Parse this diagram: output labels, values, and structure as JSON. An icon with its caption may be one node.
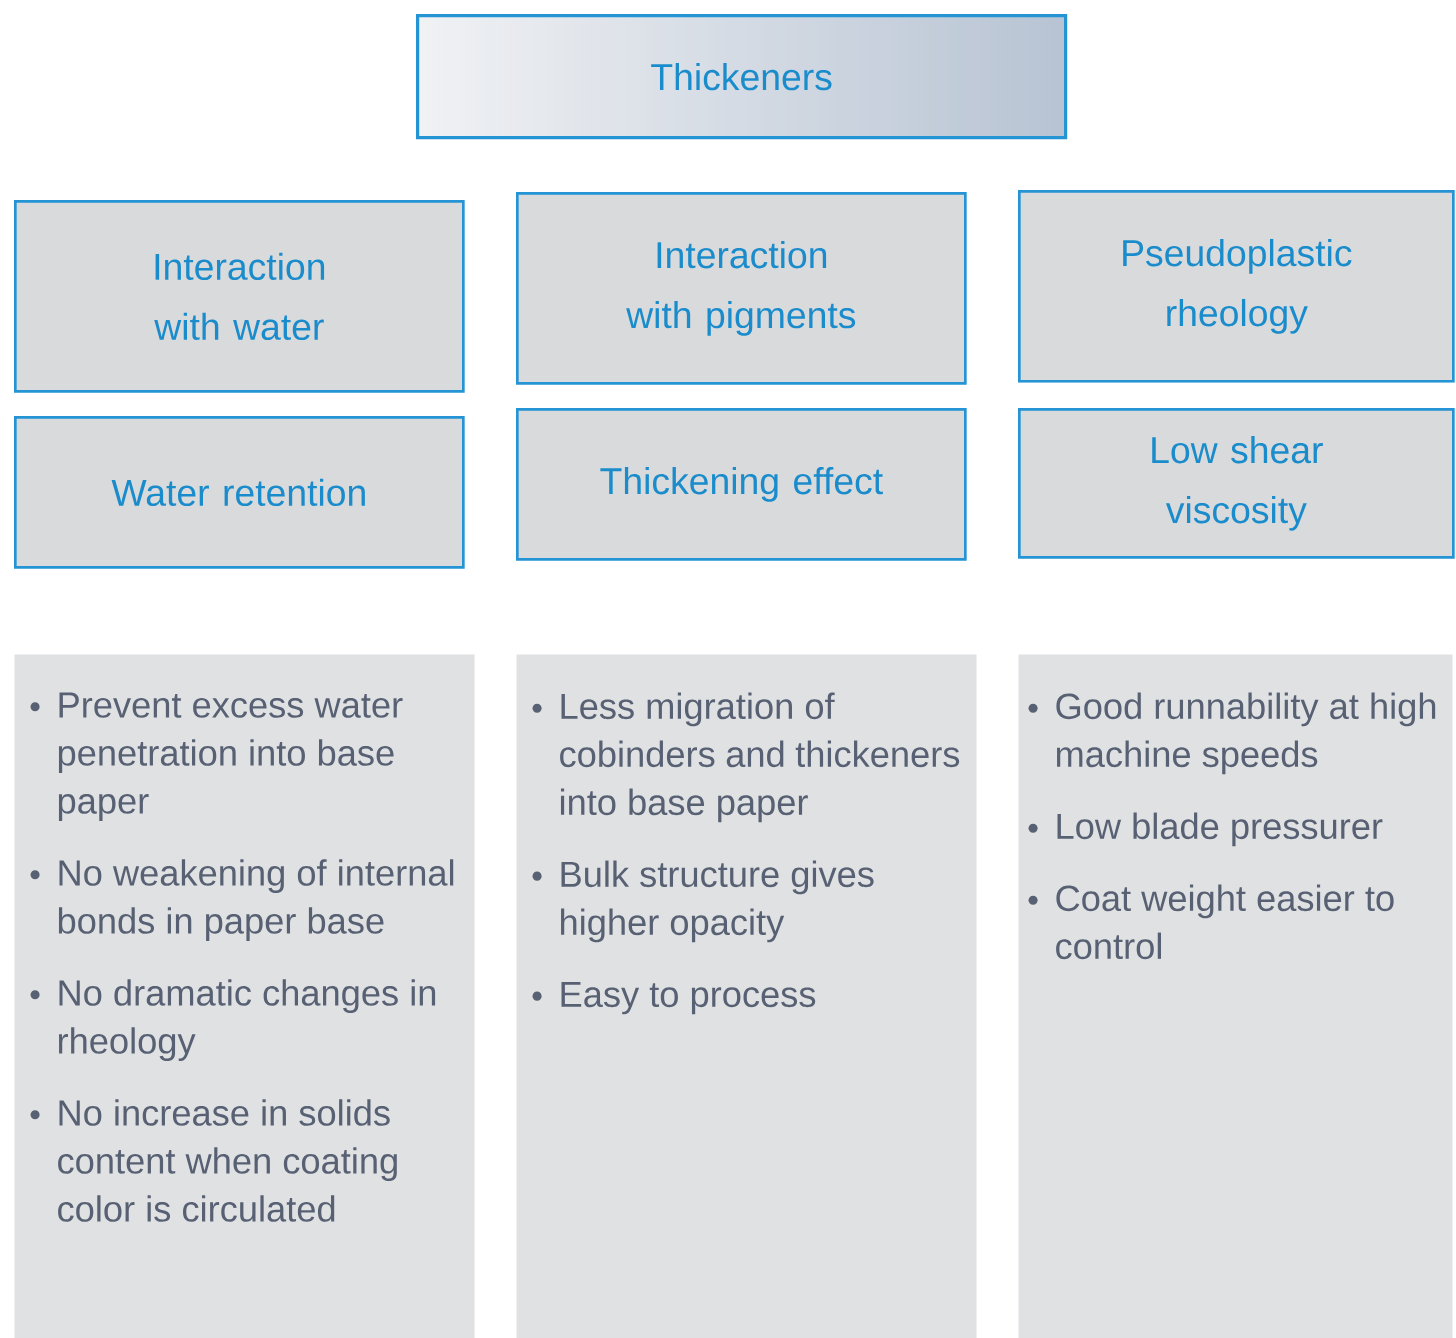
{
  "diagram": {
    "nodes": [
      {
        "text": [
          "Thickeners"
        ]
      },
      {
        "text": [
          "Interaction with water"
        ]
      },
      {
        "text": [
          "Interaction with pigments"
        ]
      },
      {
        "text": [
          "Pseudoplastic rheology"
        ]
      },
      {
        "text": [
          "Water retention"
        ]
      },
      {
        "text": [
          "Thickening effect"
        ]
      },
      {
        "text": [
          "Low shear viscosity"
        ]
      },
      {
        "text": [
          "Prevent excess water penetration into base paper",
          "No weakening of internal bonds in paper base",
          "No dramatic changes in rheology",
          "No increase in solids content when coating color is circulated"
        ]
      },
      {
        "text": [
          "Less migration of cobinders and thickeners into base paper",
          "Bulk structure gives higher opacity",
          "Easy to process"
        ]
      },
      {
        "text": [
          "Good runnability at high machine speeds",
          "Low blade pressurer",
          "Coat weight easier to control"
        ]
      }
    ]
  }
}
